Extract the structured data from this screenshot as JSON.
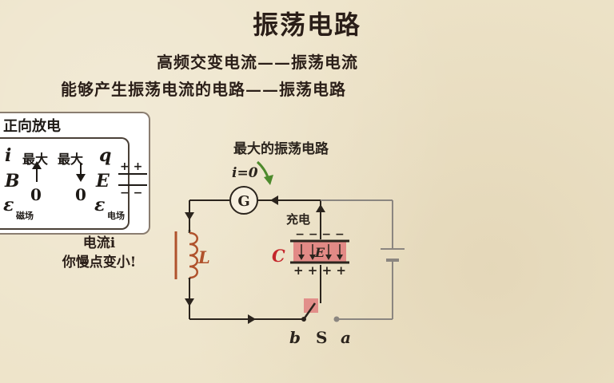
{
  "title": "振荡电路",
  "lines": {
    "line1": "高频交变电流——振荡电流",
    "line2": "能够产生振荡电流的电路——振荡电路"
  },
  "card": {
    "title": "正向放电",
    "rows": {
      "r1_sym_left": "i",
      "r1_left": "最大",
      "r1_right": "最大",
      "r1_sym_right": "q",
      "r2_sym_left": "B",
      "r2_sym_right": "E",
      "r3_left": "0",
      "r3_right": "0",
      "r4_sym_left": "ε",
      "r4_sub_left": "磁场",
      "r4_sym_right": "ε",
      "r4_sub_right": "电场"
    }
  },
  "caption": {
    "line1": "电流i",
    "line2": "你慢点变小!"
  },
  "circuit": {
    "top_label": "最大的振荡电路",
    "current_label": "i=0",
    "galvanometer": "G",
    "charge_label": "充电",
    "inductor_label": "L",
    "capacitor_label": "C",
    "field_label": "E",
    "switch_b": "b",
    "switch_s": "S",
    "switch_a": "a",
    "plate_top_signs": "− − − −",
    "plate_bottom_signs": "+ + + +"
  },
  "colors": {
    "wire": "#2b241d",
    "accent_red": "#c4262b",
    "inductor": "#b0522c",
    "capacitor_fill": "#e07a7a",
    "arrow_green": "#4d8a2c",
    "battery_wire": "#8b8680"
  }
}
